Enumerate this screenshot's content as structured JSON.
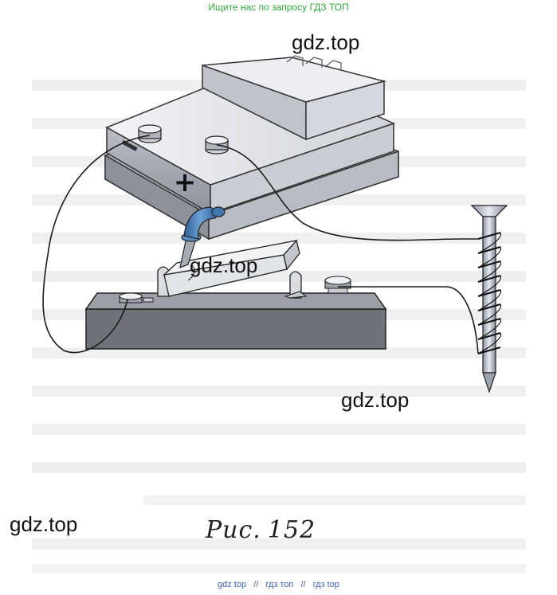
{
  "banner_top": "Ищите нас по запросу ГДЗ ТОП",
  "watermarks": [
    "gdz.top",
    "gdz.top",
    "gdz.top",
    "gdz.top"
  ],
  "battery_plus": "+",
  "caption": {
    "prefix": "Рис.",
    "number": "152"
  },
  "banner_bottom": [
    "gdz top",
    "//",
    "гдз топ",
    "//",
    "гдз top"
  ],
  "colors": {
    "banner_top": "#2eaa3a",
    "banner_bottom": "#3a5fb8",
    "metal_light": "#e2e5ea",
    "metal_dark": "#9aa0aa",
    "base_dark": "#6f7278",
    "handle_blue": "#3f77b0",
    "wire": "#1a1a1a",
    "background_text": "#c9ccd2"
  }
}
